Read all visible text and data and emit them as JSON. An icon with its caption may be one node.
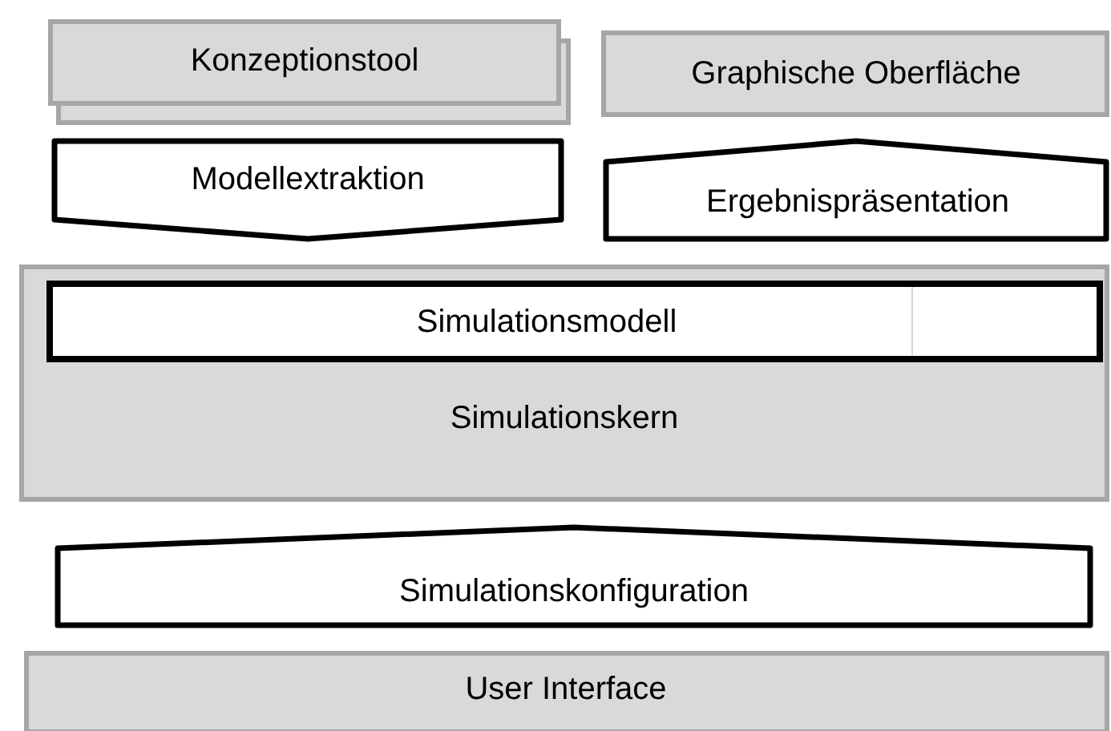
{
  "diagram": {
    "nodes": [
      {
        "text": [
          "Konzeptionstool"
        ]
      },
      {
        "text": [
          "Graphische Oberfläche"
        ]
      },
      {
        "text": [
          "Modellextraktion"
        ]
      },
      {
        "text": [
          "Ergebnispräsentation"
        ]
      },
      {
        "text": [
          "Simulationskern"
        ]
      },
      {
        "text": [
          "Simulationsmodell"
        ],
        "in": 4
      },
      {
        "text": [
          "Simulationskonfiguration"
        ]
      },
      {
        "text": [
          "User Interface"
        ]
      }
    ]
  }
}
